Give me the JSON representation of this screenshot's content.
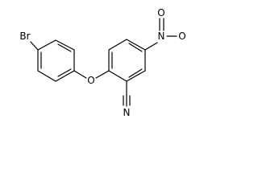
{
  "molecule": {
    "atoms": {
      "br": "Br",
      "o_ether": "O",
      "n_nitro": "N",
      "o_nitro_top": "O",
      "o_nitro_right": "O",
      "n_nitrile": "N"
    }
  }
}
